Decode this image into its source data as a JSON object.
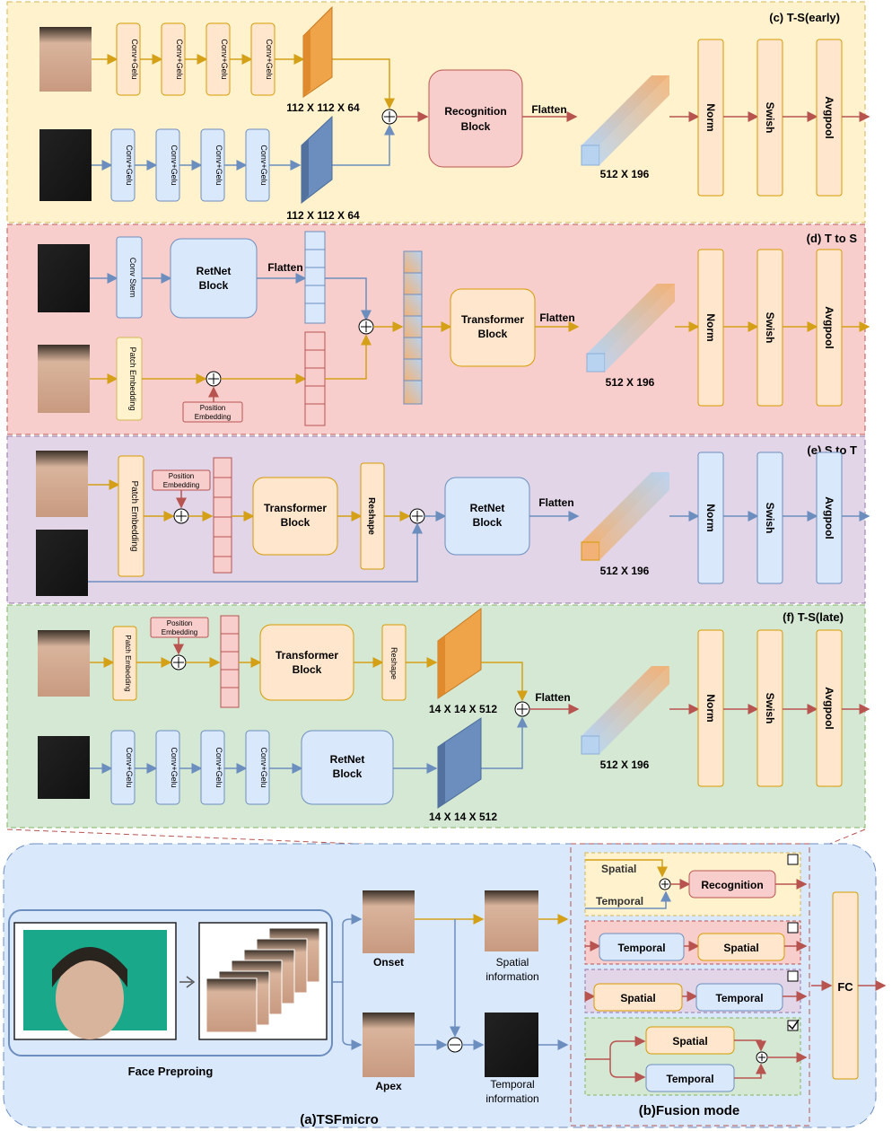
{
  "panels": {
    "c": {
      "title": "(c) T-S(early)",
      "top_blocks": [
        "Conv+Gelu",
        "Conv+Gelu",
        "Conv+Gelu",
        "Conv+Gelu"
      ],
      "bottom_blocks": [
        "Conv+Gelu",
        "Conv+Gelu",
        "Conv+Gelu",
        "Conv+Gelu"
      ],
      "top_dim": "112 X 112 X 64",
      "bottom_dim": "112 X 112 X 64",
      "recognition": [
        "Recognition",
        "Block"
      ],
      "flatten": "Flatten",
      "out_dim": "512 X 196",
      "norm": "Norm",
      "swish": "Swish",
      "avgpool": "Avgpool"
    },
    "d": {
      "title": "(d) T to S",
      "conv_stem": "Conv Stem",
      "retnet": [
        "RetNet",
        "Block"
      ],
      "flatten1": "Flatten",
      "patch_embedding": "Patch Embedding",
      "position_embedding": [
        "Position",
        "Embedding"
      ],
      "transformer": [
        "Transformer",
        "Block"
      ],
      "flatten2": "Flatten",
      "out_dim": "512 X 196",
      "norm": "Norm",
      "swish": "Swish",
      "avgpool": "Avgpool"
    },
    "e": {
      "title": "(e) S to T",
      "patch_embedding": "Patch Embedding",
      "position_embedding": [
        "Position",
        "Embedding"
      ],
      "transformer": [
        "Transformer",
        "Block"
      ],
      "reshape": "Reshape",
      "retnet": [
        "RetNet",
        "Block"
      ],
      "flatten": "Flatten",
      "out_dim": "512 X 196",
      "norm": "Norm",
      "swish": "Swish",
      "avgpool": "Avgpool"
    },
    "f": {
      "title": "(f) T-S(late)",
      "patch_embedding": "Patch Embedding",
      "position_embedding": [
        "Position",
        "Embedding"
      ],
      "transformer": [
        "Transformer",
        "Block"
      ],
      "reshape": "Reshape",
      "top_dim": "14 X 14 X 512",
      "bottom_blocks": [
        "Conv+Gelu",
        "Conv+Gelu",
        "Conv+Gelu",
        "Conv+Gelu"
      ],
      "retnet": [
        "RetNet",
        "Block"
      ],
      "bottom_dim": "14 X 14 X 512",
      "flatten": "Flatten",
      "out_dim": "512 X 196",
      "norm": "Norm",
      "swish": "Swish",
      "avgpool": "Avgpool"
    }
  },
  "bottom": {
    "face_preproing": "Face Preproing",
    "onset": "Onset",
    "apex": "Apex",
    "spatial_info": [
      "Spatial",
      "information"
    ],
    "temporal_info": [
      "Temporal",
      "information"
    ],
    "caption_a": "(a)TSFmicro",
    "caption_b": "(b)Fusion mode",
    "fusion": {
      "row1": {
        "spatial": "Spatial",
        "temporal": "Temporal",
        "recognition": "Recognition"
      },
      "row2": {
        "first": "Temporal",
        "second": "Spatial"
      },
      "row3": {
        "first": "Spatial",
        "second": "Temporal"
      },
      "row4": {
        "top": "Spatial",
        "bottom": "Temporal"
      }
    },
    "fc": "FC"
  },
  "colors": {
    "orange_arrow": "#d4a017",
    "red_arrow": "#b85450",
    "blue_arrow": "#6c8ebf",
    "panel_c": "#fff2cc",
    "panel_d": "#f8cecc",
    "panel_e": "#e1d5e7",
    "panel_f": "#d5e8d4",
    "panel_a": "#dae8fc"
  }
}
